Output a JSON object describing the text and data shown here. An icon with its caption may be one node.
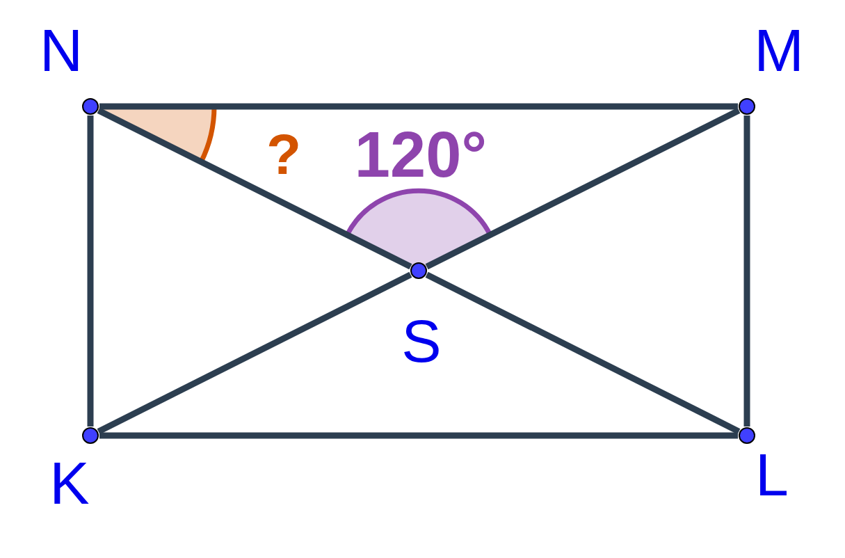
{
  "diagram": {
    "nodes": [
      {
        "text": [],
        "shape": "circle",
        "beside": [
          "N"
        ]
      },
      {
        "text": [],
        "shape": "circle",
        "beside": [
          "M"
        ]
      },
      {
        "text": [],
        "shape": "circle",
        "beside": [
          "L"
        ]
      },
      {
        "text": [],
        "shape": "circle",
        "beside": [
          "K"
        ]
      },
      {
        "text": [],
        "shape": "circle",
        "beside": [
          "S"
        ]
      }
    ],
    "edges": [
      {
        "from": 0,
        "to": 1,
        "arrow": "none"
      },
      {
        "from": 1,
        "to": 2,
        "arrow": "none"
      },
      {
        "from": 2,
        "to": 3,
        "arrow": "none"
      },
      {
        "from": 3,
        "to": 0,
        "arrow": "none"
      },
      {
        "from": 0,
        "to": 4,
        "arrow": "none"
      },
      {
        "from": 4,
        "to": 2,
        "arrow": "none"
      },
      {
        "from": 1,
        "to": 4,
        "arrow": "none"
      },
      {
        "from": 4,
        "to": 3,
        "arrow": "none"
      }
    ],
    "labels": [
      "?",
      "120°"
    ]
  }
}
